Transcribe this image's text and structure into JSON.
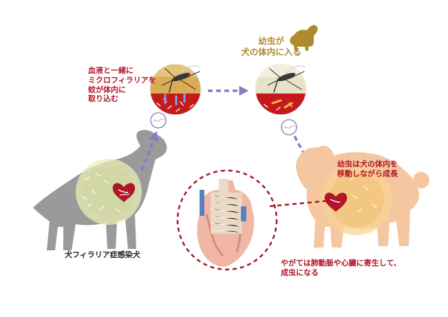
{
  "labels": {
    "mosquito_ingests": "血液と一緒に\nミクロフィラリアを\n蚊が体内に\n取り込む",
    "larva_enters": "幼虫が\n犬の体内に入る",
    "larva_grows": "幼虫は犬の体内を\n移動しながら成長",
    "adult_parasite": "やがては肺動脈や心臓に寄生して、\n成虫になる",
    "infected_dog": "犬フィラリア症感染犬"
  },
  "colors": {
    "label_red": "#b0152a",
    "label_gold": "#b08a2e",
    "arrow_purple": "#7f7fc4",
    "infected_dog_grey": "#9a9a9a",
    "healthy_dog_peach": "#f4c7a1",
    "blood_red": "#c41a1c",
    "dashed_callout": "#a0182a"
  },
  "icons": [
    "dog-silhouette-icon",
    "mosquito-icon",
    "heart-icon",
    "microfilaria-icon"
  ]
}
